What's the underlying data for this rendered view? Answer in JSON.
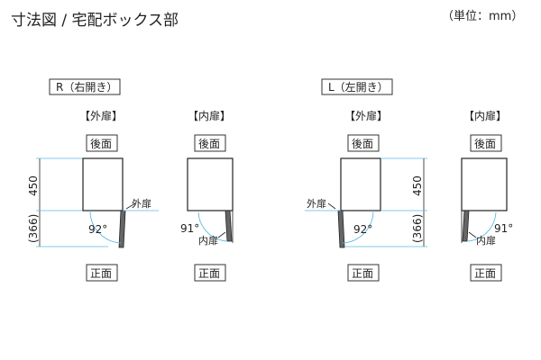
{
  "title": "寸法図 / 宅配ボックス部",
  "unit": "（単位：mm）",
  "left": {
    "section_label": "R（右開き）",
    "outer": {
      "header": "【外扉】",
      "back": "後面",
      "front": "正面",
      "dim_depth": "450",
      "dim_clear": "(366)",
      "angle": "92°",
      "door_label": "外扉"
    },
    "inner": {
      "header": "【内扉】",
      "back": "後面",
      "front": "正面",
      "angle": "91°",
      "door_label": "内扉"
    }
  },
  "right": {
    "section_label": "L（左開き）",
    "outer": {
      "header": "【外扉】",
      "back": "後面",
      "front": "正面",
      "dim_depth": "450",
      "dim_clear": "(366)",
      "angle": "92°",
      "door_label": "外扉"
    },
    "inner": {
      "header": "【内扉】",
      "back": "後面",
      "front": "正面",
      "angle": "91°",
      "door_label": "内扉"
    }
  }
}
